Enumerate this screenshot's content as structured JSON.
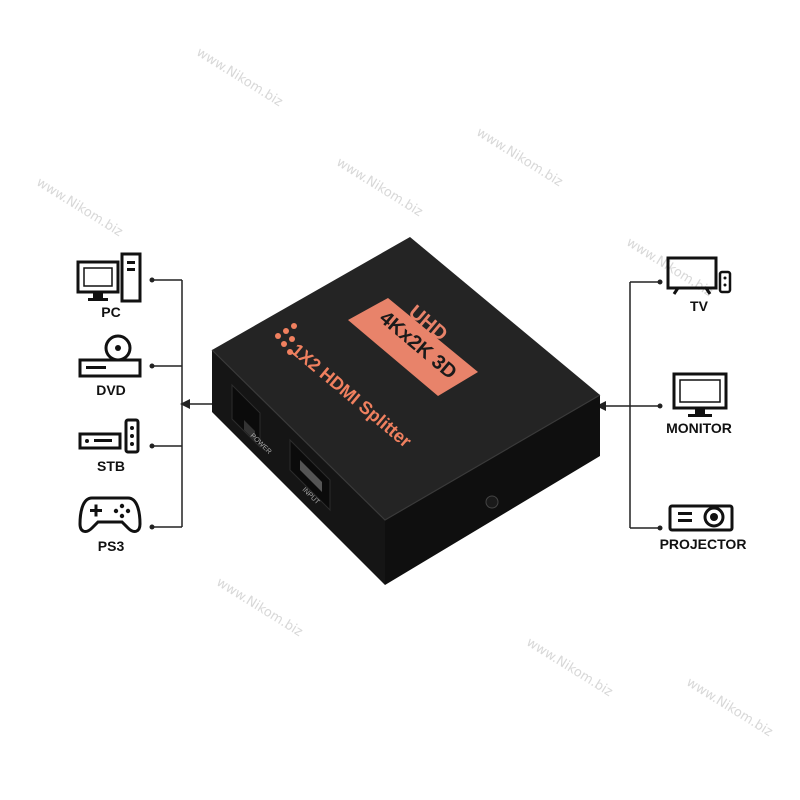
{
  "product": {
    "brand_label": "UHD",
    "resolution_label": "4Kx2K 3D",
    "model_label": "1X2 HDMI Splitter",
    "port_power": "POWER",
    "port_input": "INPUT"
  },
  "sources": [
    {
      "label": "PC",
      "icon": "pc-icon"
    },
    {
      "label": "DVD",
      "icon": "dvd-icon"
    },
    {
      "label": "STB",
      "icon": "stb-icon"
    },
    {
      "label": "PS3",
      "icon": "gamepad-icon"
    }
  ],
  "destinations": [
    {
      "label": "TV",
      "icon": "tv-icon"
    },
    {
      "label": "MONITOR",
      "icon": "monitor-icon"
    },
    {
      "label": "PROJECTOR",
      "icon": "projector-icon"
    }
  ],
  "watermark": "www.Nikom.biz",
  "colors": {
    "device_body": "#1d1d1d",
    "label_plate": "#e8836a",
    "accent_text": "#f0805f",
    "lines": "#222222"
  }
}
